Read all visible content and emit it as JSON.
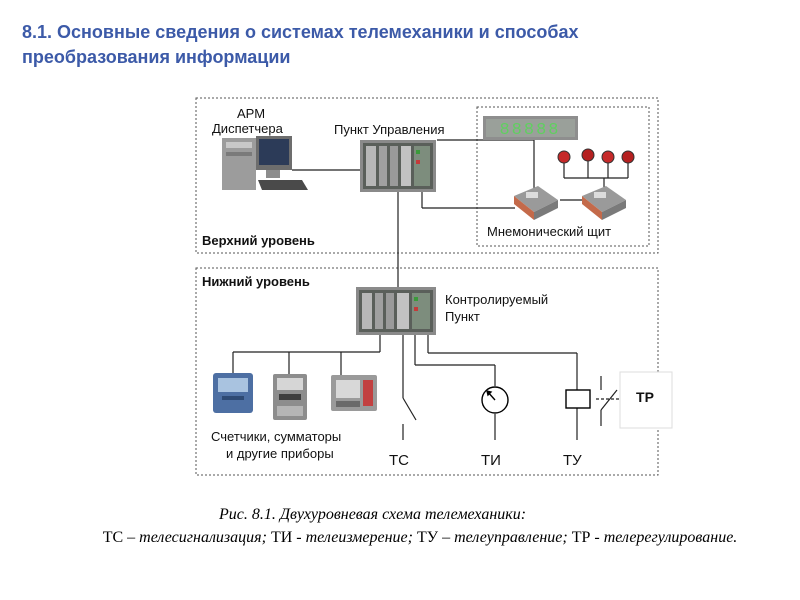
{
  "slide": {
    "title_line1": "8.1. Основные сведения о системах телемеханики и способах",
    "title_line2": "преобразования информации"
  },
  "diagram": {
    "upper_level_label": "Верхний уровень",
    "lower_level_label": "Нижний уровень",
    "arm_label_line1": "АРМ",
    "arm_label_line2": "Диспетчера",
    "control_point_label": "Пункт Управления",
    "mnemonic_panel_label": "Мнемонический щит",
    "display_digits": "88888",
    "controlled_point_label_line1": "Контролируемый",
    "controlled_point_label_line2": "Пункт",
    "meters_label_line1": "Счетчики, сумматоры",
    "meters_label_line2": "и другие приборы",
    "ts_label": "ТС",
    "ti_label": "ТИ",
    "tu_label": "ТУ",
    "tr_label": "ТР"
  },
  "caption": {
    "line1": "Рис. 8.1. Двухуровневая схема телемеханики:",
    "ts": "ТС",
    "ts_text": " – телесигнализация; ",
    "ti": "ТИ",
    "ti_text": " - телеизмерение; ",
    "tu": "ТУ",
    "tu_text": " – телеуправление; ",
    "tr": "ТР",
    "tr_text": " - телерегулирование."
  }
}
